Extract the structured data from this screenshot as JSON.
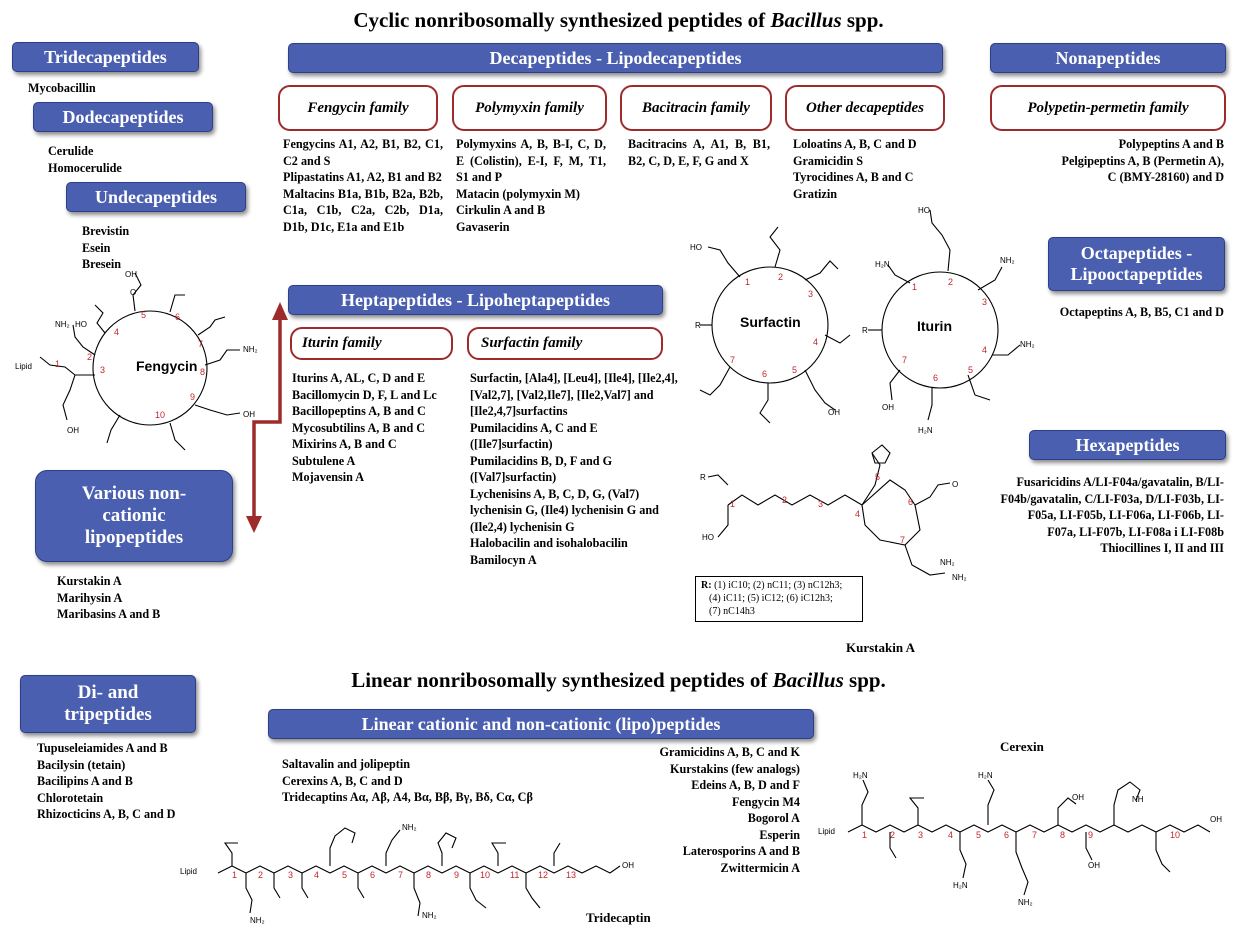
{
  "titles": {
    "cyclic_prefix": "Cyclic nonribosomally synthesized peptides of ",
    "genus": "Bacillus",
    "suffix": " spp.",
    "linear_prefix": "Linear nonribosomally synthesized peptides of "
  },
  "boxes": {
    "tridecapeptides": "Tridecapeptides",
    "dodecapeptides": "Dodecapeptides",
    "undecapeptides": "Undecapeptides",
    "decapeptides": "Decapeptides - Lipodecapeptides",
    "nonapeptides": "Nonapeptides",
    "heptapeptides": "Heptapeptides - Lipoheptapeptides",
    "octapeptides_1": "Octapeptides -",
    "octapeptides_2": "Lipooctapeptides",
    "hexapeptides": "Hexapeptides",
    "various_1": "Various non-",
    "various_2": "cationic",
    "various_3": "lipopeptides",
    "ditri_1": "Di- and",
    "ditri_2": "tripeptides",
    "linear_cationic": "Linear cationic and non-cationic (lipo)peptides"
  },
  "families": {
    "fengycin": "Fengycin family",
    "polymyxin": "Polymyxin family",
    "bacitracin": "Bacitracin family",
    "other_deca": "Other decapeptides",
    "polypetin": "Polypetin-permetin family",
    "iturin": "Iturin family",
    "surfactin": "Surfactin family"
  },
  "lists": {
    "tridecapeptides": [
      "Mycobacillin"
    ],
    "dodecapeptides": [
      "Cerulide",
      "Homocerulide"
    ],
    "undecapeptides": [
      "Brevistin",
      "Esein",
      "Bresein"
    ],
    "fengycin_family": [
      "Fengycins A1, A2, B1, B2, C1, C2 and S",
      "Plipastatins A1, A2, B1 and B2",
      "Maltacins B1a, B1b, B2a, B2b, C1a, C1b, C2a, C2b, D1a, D1b, D1c, E1a and E1b"
    ],
    "polymyxin_family": [
      "Polymyxins A, B, B-I, C, D, E (Colistin), E-I, F, M, T1, S1 and P",
      "Matacin (polymyxin M)",
      "Cirkulin A and B",
      "Gavaserin"
    ],
    "bacitracin_family": [
      "Bacitracins A, A1, B, B1, B2, C, D, E, F, G and X"
    ],
    "other_decapeptides": [
      "Loloatins A, B, C and D",
      "Gramicidin S",
      "Tyrocidines A, B and C",
      "Gratizin"
    ],
    "polypetin_family": [
      "Polypeptins A and B",
      "Pelgipeptins A, B (Permetin A),",
      "C (BMY-28160) and D"
    ],
    "octapeptides": [
      "Octapeptins A, B, B5, C1 and D"
    ],
    "iturin_family": [
      "Iturins A, AL, C, D and E",
      "Bacillomycin D, F, L and Lc",
      "Bacillopeptins A, B and C",
      "Mycosubtilins A, B and C",
      "Mixirins A, B and C",
      "Subtulene A",
      "Mojavensin A"
    ],
    "surfactin_family": [
      "Surfactin, [Ala4], [Leu4], [Ile4], [Ile2,4], [Val2,7], [Val2,Ile7], [Ile2,Val7] and [Ile2,4,7]surfactins",
      "Pumilacidins A, C and E ([Ile7]surfactin)",
      "Pumilacidins B, D, F and G ([Val7]surfactin)",
      "Lychenisins A, B, C, D, G, (Val7) lychenisin G, (Ile4) lychenisin G and (Ile2,4) lychenisin G",
      "Halobacilin and isohalobacilin",
      "Bamilocyn A"
    ],
    "hexapeptides": [
      "Fusaricidins A/LI-F04a/gavatalin, B/LI-F04b/gavatalin, C/LI-F03a, D/LI-F03b, LI-F05a, LI-F05b, LI-F06a, LI-F06b, LI-F07a, LI-F07b, LI-F08a i LI-F08b",
      "Thiocillines I, II and III"
    ],
    "various": [
      "Kurstakin A",
      "Marihysin A",
      "Maribasins A and B"
    ],
    "ditri": [
      "Tupuseleiamides A and B",
      "Bacilysin (tetain)",
      "Bacilipins A and B",
      "Chlorotetain",
      "Rhizocticins A, B, C and D"
    ],
    "linear_left": [
      "Saltavalin and jolipeptin",
      "Cerexins A, B, C and D",
      "Tridecaptins Aα, Aβ, A4, Bα, Bβ, Bγ, Bδ, Cα, Cβ"
    ],
    "linear_mid": [
      "Gramicidins A, B, C and K",
      "Kurstakins (few analogs)",
      "Edeins A, B, D and F",
      "Fengycin M4",
      "Bogorol A",
      "Esperin",
      "Laterosporins A and B",
      "Zwittermicin A"
    ]
  },
  "structures": {
    "fengycin": "Fengycin",
    "surfactin": "Surfactin",
    "iturin": "Iturin",
    "kurstakin": "Kurstakin A",
    "cerexin": "Cerexin",
    "tridecaptin": "Tridecaptin",
    "lipid": "Lipid",
    "r_label": "R:",
    "r_line1": "(1) iC10; (2) nC11; (3) nC12h3;",
    "r_line2": "(4) iC11; (5) iC12; (6) iC12h3;",
    "r_line3": "(7) nC14h3"
  },
  "colors": {
    "blue_box": "#4a5fb0",
    "family_border": "#9e2b2b",
    "arrow": "#9e2b2b",
    "residue_numbers": "#c0272d"
  }
}
